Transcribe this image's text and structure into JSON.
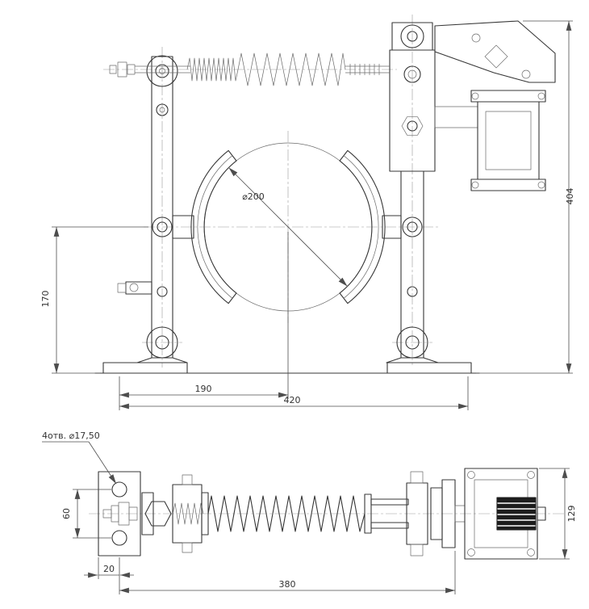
{
  "meta": {
    "background_color": "#ffffff",
    "line_color": "#373737",
    "dim_color": "#4d4d4d",
    "drawing_subject": "drum-brake-two-view-drawing"
  },
  "front_view": {
    "dim_drum_diameter": "⌀200",
    "dim_pivot_height": "170",
    "dim_overall_height": "404",
    "dim_center_offset": "190",
    "dim_base_width": "420"
  },
  "plan_view": {
    "holes_note": "4отв. ⌀17,50",
    "dim_hole_spacing": "60",
    "dim_edge_offset": "20",
    "dim_overall_length": "380",
    "dim_thruster_width": "129"
  }
}
